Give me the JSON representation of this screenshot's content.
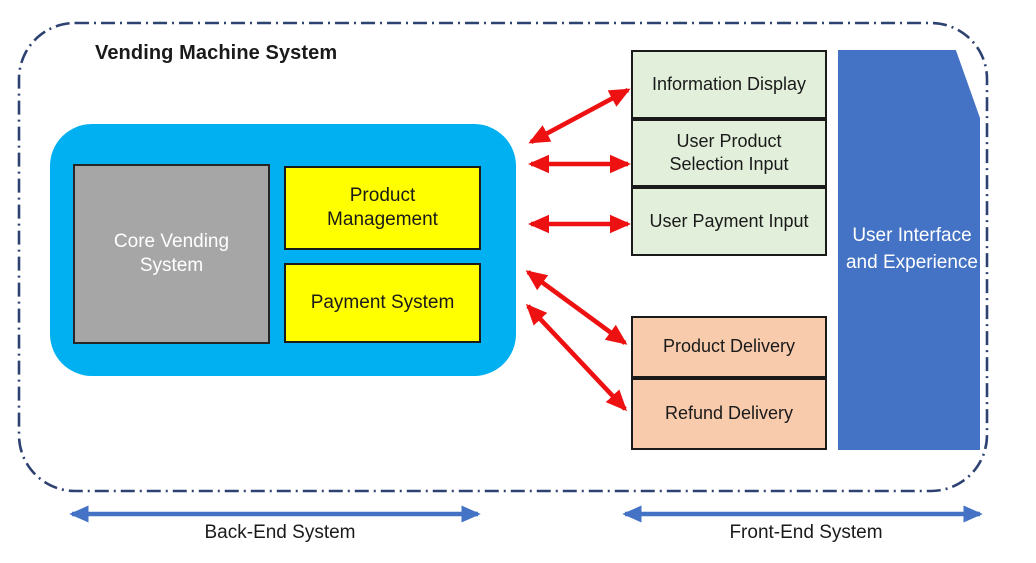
{
  "diagram": {
    "title": "Vending Machine System",
    "colors": {
      "boundary": "#2E4272",
      "backend_container": "#00B0F0",
      "core_box": "#A6A6A6",
      "module_box": "#FFFF00",
      "input_box": "#E2EFDA",
      "output_box": "#F8CBAD",
      "ui_panel": "#4472C4",
      "connector_arrow": "#EE1111",
      "span_arrow": "#4472C4"
    }
  },
  "backend": {
    "core": {
      "label": "Core Vending System"
    },
    "modules": [
      {
        "label": "Product Management"
      },
      {
        "label": "Payment System"
      }
    ],
    "span_label": "Back-End System"
  },
  "frontend": {
    "ui_panel": {
      "label": "User Interface and Experience"
    },
    "inputs": [
      {
        "label": "Information Display"
      },
      {
        "label": "User Product Selection Input"
      },
      {
        "label": "User Payment Input"
      }
    ],
    "outputs": [
      {
        "label": "Product Delivery"
      },
      {
        "label": "Refund Delivery"
      }
    ],
    "span_label": "Front-End System"
  },
  "connectors": [
    {
      "name": "information-display-connector",
      "style": "double-headed",
      "direction": "up-right"
    },
    {
      "name": "product-selection-connector",
      "style": "double-headed",
      "direction": "horizontal"
    },
    {
      "name": "payment-input-connector",
      "style": "double-headed",
      "direction": "horizontal"
    },
    {
      "name": "product-delivery-connector",
      "style": "double-headed",
      "direction": "down-right"
    },
    {
      "name": "refund-delivery-connector",
      "style": "double-headed",
      "direction": "down-right"
    }
  ]
}
